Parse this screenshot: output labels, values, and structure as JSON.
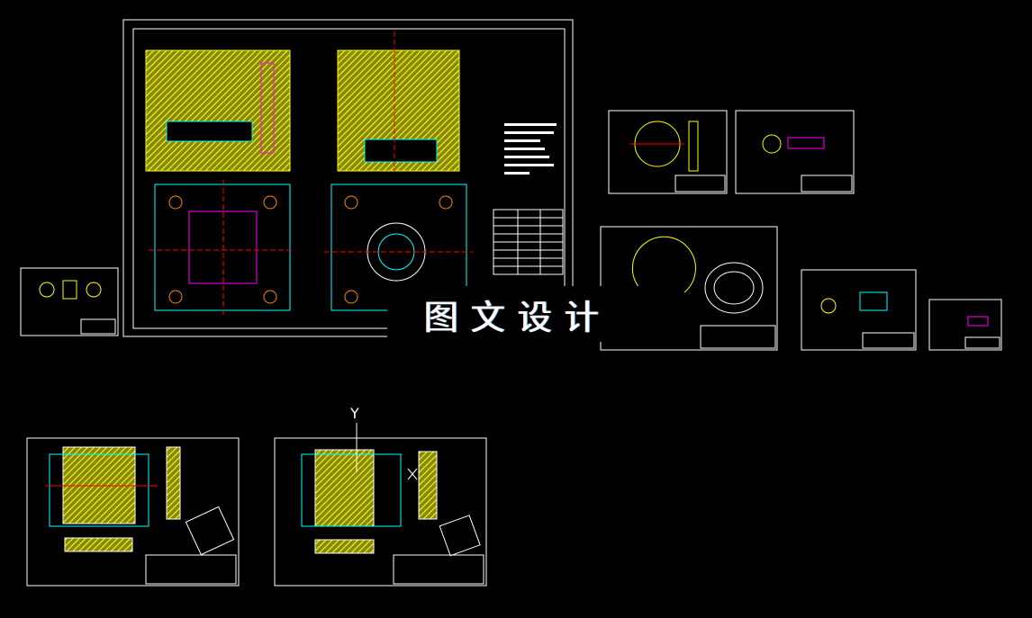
{
  "viewport": {
    "background": "#000000",
    "mode": "model-space"
  },
  "watermark": {
    "text": "图文设计"
  },
  "ucs": {
    "y_label": "Y",
    "x_marker": "X"
  },
  "colors": {
    "sheet_border": "#ffffff",
    "hatch": "#d8d800",
    "outline": "#00ffff",
    "center_line": "#ff0000",
    "dimension": "#00ff00",
    "annotation": "#ff00ff",
    "balloon": "#3399ff"
  },
  "sheets": [
    {
      "id": "mold-assembly",
      "icon": "drawing-sheet"
    },
    {
      "id": "part-1"
    },
    {
      "id": "part-2"
    },
    {
      "id": "part-3"
    },
    {
      "id": "part-4"
    },
    {
      "id": "part-5"
    },
    {
      "id": "part-6"
    },
    {
      "id": "core-plate"
    },
    {
      "id": "cavity-plate"
    }
  ]
}
